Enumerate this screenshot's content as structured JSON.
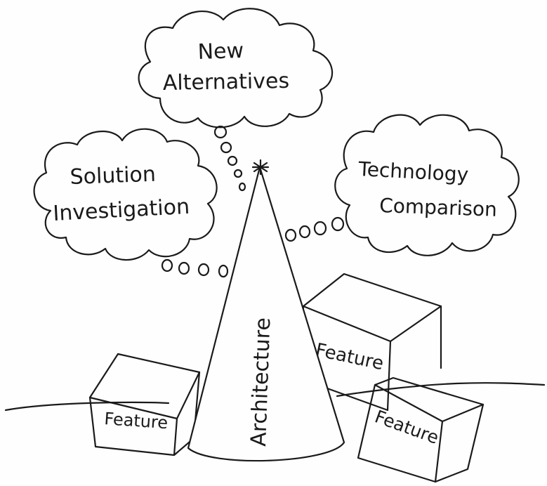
{
  "clouds": {
    "top": {
      "line1": "New",
      "line2": "Alternatives"
    },
    "left": {
      "line1": "Solution",
      "line2": "Investigation"
    },
    "right": {
      "line1": "Technology",
      "line2": "Comparison"
    }
  },
  "cone": {
    "label": "Architecture"
  },
  "boxes": {
    "left": {
      "label": "Feature"
    },
    "back_right": {
      "label": "Feature"
    },
    "front_right": {
      "label": "Feature"
    }
  },
  "colors": {
    "ink": "#1a1a1a",
    "paper": "#fefefe"
  }
}
